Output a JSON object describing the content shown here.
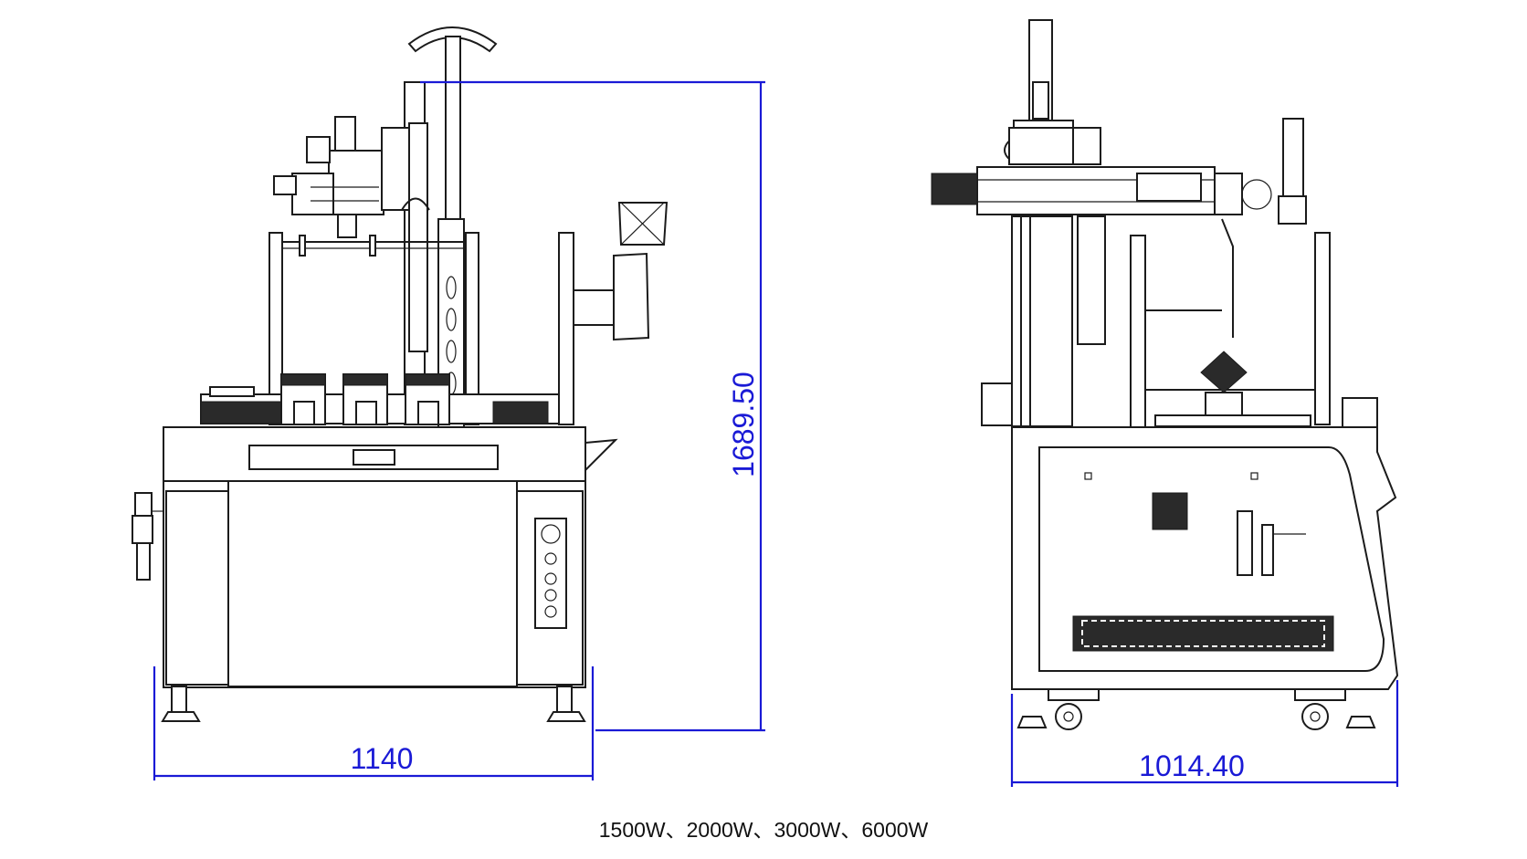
{
  "dimensions": {
    "front_width": "1140",
    "height": "1689.50",
    "side_depth": "1014.40"
  },
  "caption": "1500W、2000W、3000W、6000W",
  "colors": {
    "dimension": "#1a1ad6",
    "line": "#1b1b1b",
    "background": "#ffffff"
  }
}
